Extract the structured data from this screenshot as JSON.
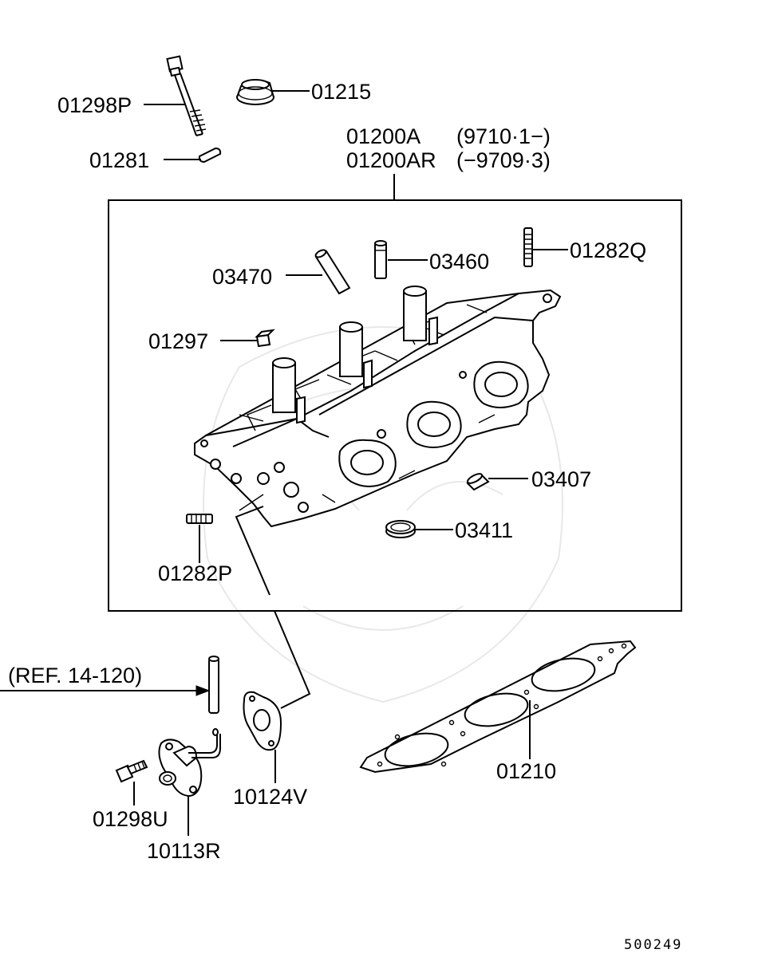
{
  "labels": {
    "bolt_head": "01298P",
    "washer": "01281",
    "cap": "01215",
    "assy_a": "01200A",
    "assy_a_date": "(9710·1−)",
    "assy_ar": "01200AR",
    "assy_ar_date": "(−9709·3)",
    "guide_ex": "03470",
    "guide_in": "03460",
    "stud_q": "01282Q",
    "plug": "01297",
    "seat_ex": "03407",
    "seat_in": "03411",
    "stud_p": "01282P",
    "reference": "(REF. 14-120)",
    "gasket_head": "01210",
    "gasket_outlet": "10124V",
    "bolt_flange": "01298U",
    "fitting": "10113R"
  },
  "diagram_code": "500249"
}
